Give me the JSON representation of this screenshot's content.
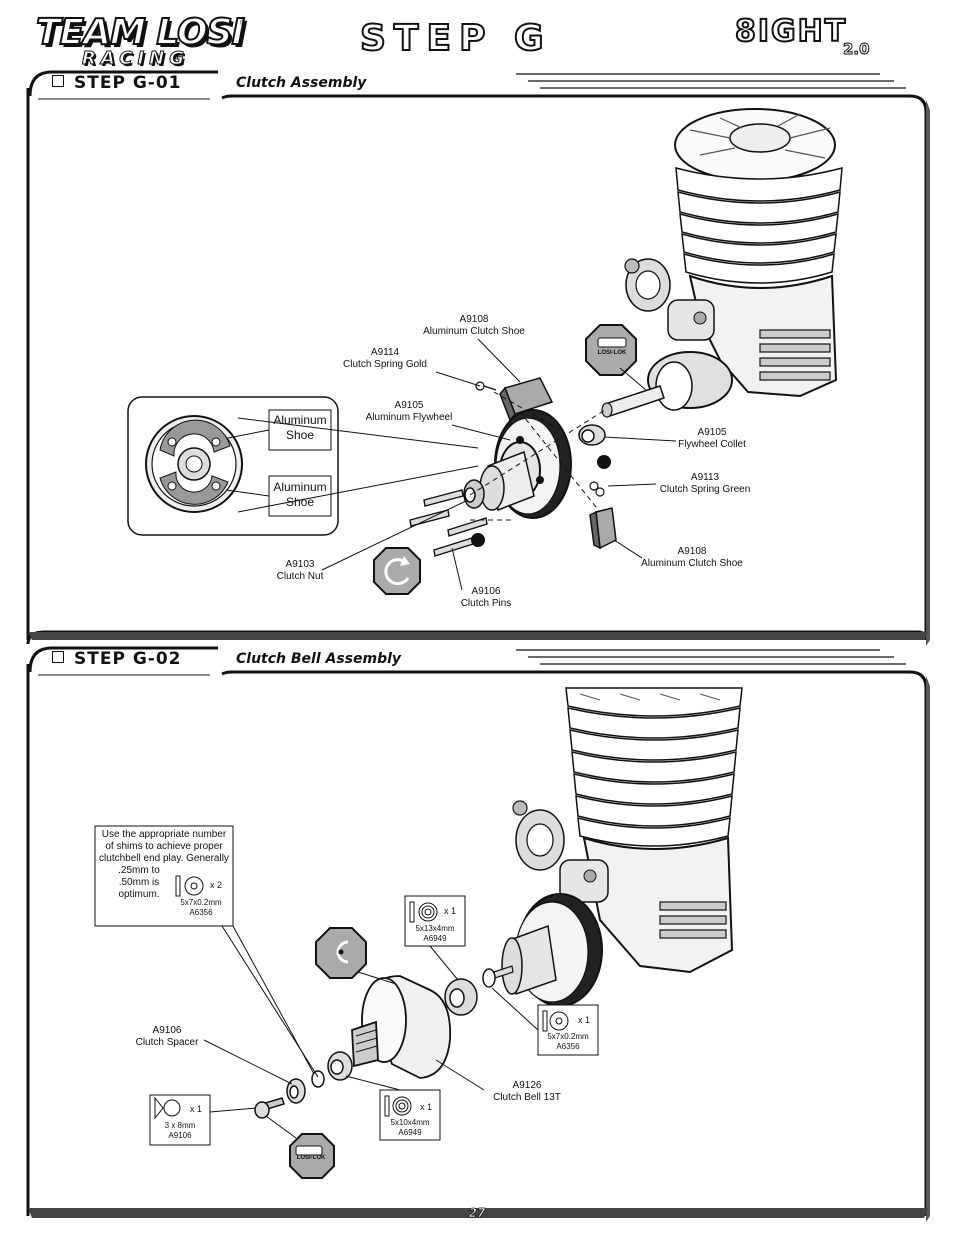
{
  "header": {
    "brand_line1": "TEAM LOSI",
    "brand_line2": "RACING",
    "registered_mark": "®",
    "title": "STEP G",
    "product_line1": "8IGHT",
    "product_line2": "2.0"
  },
  "step1": {
    "label": "STEP G-01",
    "subtitle": "Clutch Assembly",
    "inset_labels": [
      {
        "line1": "Aluminum",
        "line2": "Shoe"
      },
      {
        "line1": "Aluminum",
        "line2": "Shoe"
      }
    ],
    "callouts": {
      "shoe_top": {
        "part": "A9108",
        "name": "Aluminum Clutch Shoe"
      },
      "spring_gold": {
        "part": "A9114",
        "name": "Clutch Spring Gold"
      },
      "flywheel": {
        "part": "A9105",
        "name": "Aluminum Flywheel"
      },
      "collet": {
        "part": "A9105",
        "name": "Flywheel Collet"
      },
      "spring_green": {
        "part": "A9113",
        "name": "Clutch Spring Green"
      },
      "shoe_bottom": {
        "part": "A9108",
        "name": "Aluminum Clutch Shoe"
      },
      "nut": {
        "part": "A9103",
        "name": "Clutch Nut"
      },
      "pins": {
        "part": "A9106",
        "name": "Clutch Pins"
      }
    },
    "losi_lok": "LOSI-LOK"
  },
  "step2": {
    "label": "STEP G-02",
    "subtitle": "Clutch Bell Assembly",
    "note": {
      "lines": [
        "Use the appropriate number",
        "of shims to achieve proper",
        "clutchbell end play. Generally",
        ".25mm to",
        ".50mm is",
        "optimum."
      ],
      "qty": "x 2",
      "size": "5x7x0.2mm",
      "part": "A6356"
    },
    "parts": {
      "bearing_top": {
        "qty": "x 1",
        "size": "5x13x4mm",
        "part": "A6949"
      },
      "shim_right": {
        "qty": "x 1",
        "size": "5x7x0.2mm",
        "part": "A6356"
      },
      "bearing_bottom": {
        "qty": "x 1",
        "size": "5x10x4mm",
        "part": "A6949"
      },
      "screw": {
        "qty": "x 1",
        "size": "3 x 8mm",
        "part": "A9106"
      }
    },
    "callouts": {
      "spacer": {
        "part": "A9106",
        "name": "Clutch Spacer"
      },
      "bell": {
        "part": "A9126",
        "name": "Clutch Bell 13T"
      }
    },
    "losi_lok": "LOSI-LOK"
  },
  "footer": {
    "page_number": "27"
  }
}
